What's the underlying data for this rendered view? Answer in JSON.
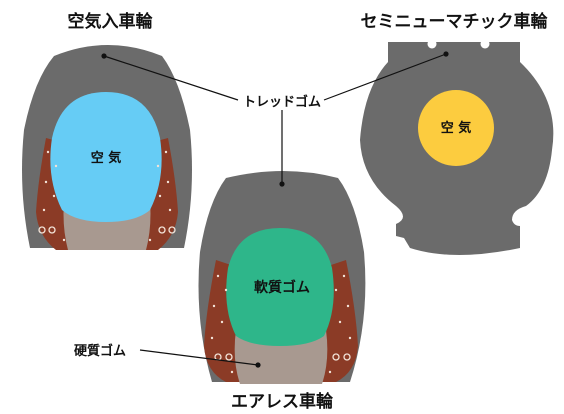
{
  "titles": {
    "pneumatic": "空気入車輪",
    "semi_pneumatic": "セミニューマチック車輪",
    "airless": "エアレス車輪"
  },
  "labels": {
    "tread_rubber": "トレッドゴム",
    "hard_rubber": "硬質ゴム"
  },
  "inner": {
    "pneumatic_air": "空 気",
    "semi_air": "空 気",
    "airless_soft": "軟質ゴム"
  },
  "colors": {
    "tread": "#6b6b6b",
    "air_blue": "#66ccf5",
    "air_yellow": "#fccc3f",
    "soft_green": "#2eb68a",
    "bead_brown": "#8b3b26",
    "hard_gray": "#a89990",
    "line": "#111111"
  }
}
